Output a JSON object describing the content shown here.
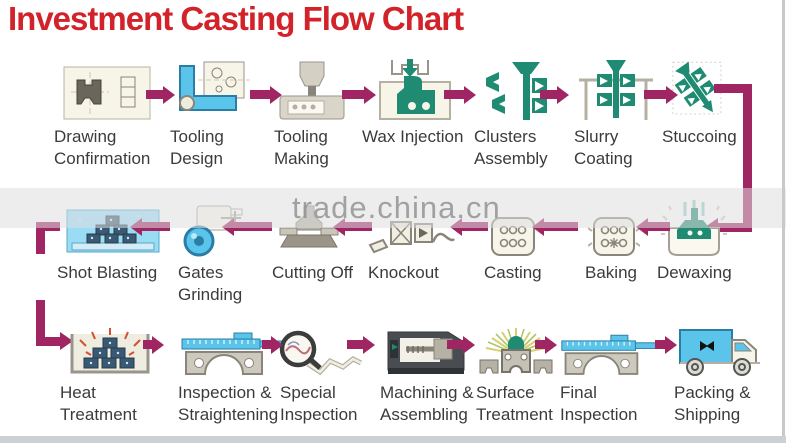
{
  "title": "Investment Casting Flow Chart",
  "watermark": {
    "text": "trade.china.cn"
  },
  "colors": {
    "title_red": "#d2232a",
    "arrow_magenta": "#a02563",
    "wax_teal": "#1f8b72",
    "tool_blue": "#5bc4ea",
    "label_gray": "#3b3b3b",
    "watermark_gray": "#8f8f8f"
  },
  "connectors": [
    {
      "from": "Stuccoing",
      "to": "Dewaxing",
      "side": "right-elbow"
    },
    {
      "from": "Shot Blasting",
      "to": "Heat Treatment",
      "side": "left-elbow"
    }
  ],
  "rows": [
    {
      "direction": "left-to-right",
      "steps": [
        {
          "label": "Drawing Confirmation",
          "lines": [
            "Drawing",
            "Confirmation"
          ],
          "icon": "drawing-confirmation-icon"
        },
        {
          "label": "Tooling Design",
          "lines": [
            "Tooling",
            "Design"
          ],
          "icon": "tooling-design-icon"
        },
        {
          "label": "Tooling Making",
          "lines": [
            "Tooling",
            "Making"
          ],
          "icon": "tooling-making-icon"
        },
        {
          "label": "Wax Injection",
          "lines": [
            "Wax Injection"
          ],
          "icon": "wax-injection-icon"
        },
        {
          "label": "Clusters Assembly",
          "lines": [
            "Clusters",
            "Assembly"
          ],
          "icon": "clusters-assembly-icon"
        },
        {
          "label": "Slurry Coating",
          "lines": [
            "Slurry",
            "Coating"
          ],
          "icon": "slurry-coating-icon"
        },
        {
          "label": "Stuccoing",
          "lines": [
            "Stuccoing"
          ],
          "icon": "stuccoing-icon"
        }
      ]
    },
    {
      "direction": "right-to-left",
      "steps": [
        {
          "label": "Shot Blasting",
          "lines": [
            "Shot Blasting"
          ],
          "icon": "shot-blasting-icon"
        },
        {
          "label": "Gates Grinding",
          "lines": [
            "Gates",
            "Grinding"
          ],
          "icon": "gates-grinding-icon"
        },
        {
          "label": "Cutting Off",
          "lines": [
            "Cutting Off"
          ],
          "icon": "cutting-off-icon"
        },
        {
          "label": "Knockout",
          "lines": [
            "Knockout"
          ],
          "icon": "knockout-icon"
        },
        {
          "label": "Casting",
          "lines": [
            "Casting"
          ],
          "icon": "casting-icon"
        },
        {
          "label": "Baking",
          "lines": [
            "Baking"
          ],
          "icon": "baking-icon"
        },
        {
          "label": "Dewaxing",
          "lines": [
            "Dewaxing"
          ],
          "icon": "dewaxing-icon"
        }
      ]
    },
    {
      "direction": "left-to-right",
      "steps": [
        {
          "label": "Heat Treatment",
          "lines": [
            "Heat",
            "Treatment"
          ],
          "icon": "heat-treatment-icon"
        },
        {
          "label": "Inspection & Straightening",
          "lines": [
            "Inspection &",
            "Straightening"
          ],
          "icon": "inspection-straightening-icon"
        },
        {
          "label": "Special Inspection",
          "lines": [
            "Special",
            "Inspection"
          ],
          "icon": "special-inspection-icon"
        },
        {
          "label": "Machining & Assembling",
          "lines": [
            "Machining &",
            "Assembling"
          ],
          "icon": "machining-assembling-icon"
        },
        {
          "label": "Surface Treatment",
          "lines": [
            "Surface",
            "Treatment"
          ],
          "icon": "surface-treatment-icon"
        },
        {
          "label": "Final Inspection",
          "lines": [
            "Final",
            "Inspection"
          ],
          "icon": "final-inspection-icon"
        },
        {
          "label": "Packing & Shipping",
          "lines": [
            "Packing &",
            "Shipping"
          ],
          "icon": "packing-shipping-icon"
        }
      ]
    }
  ]
}
